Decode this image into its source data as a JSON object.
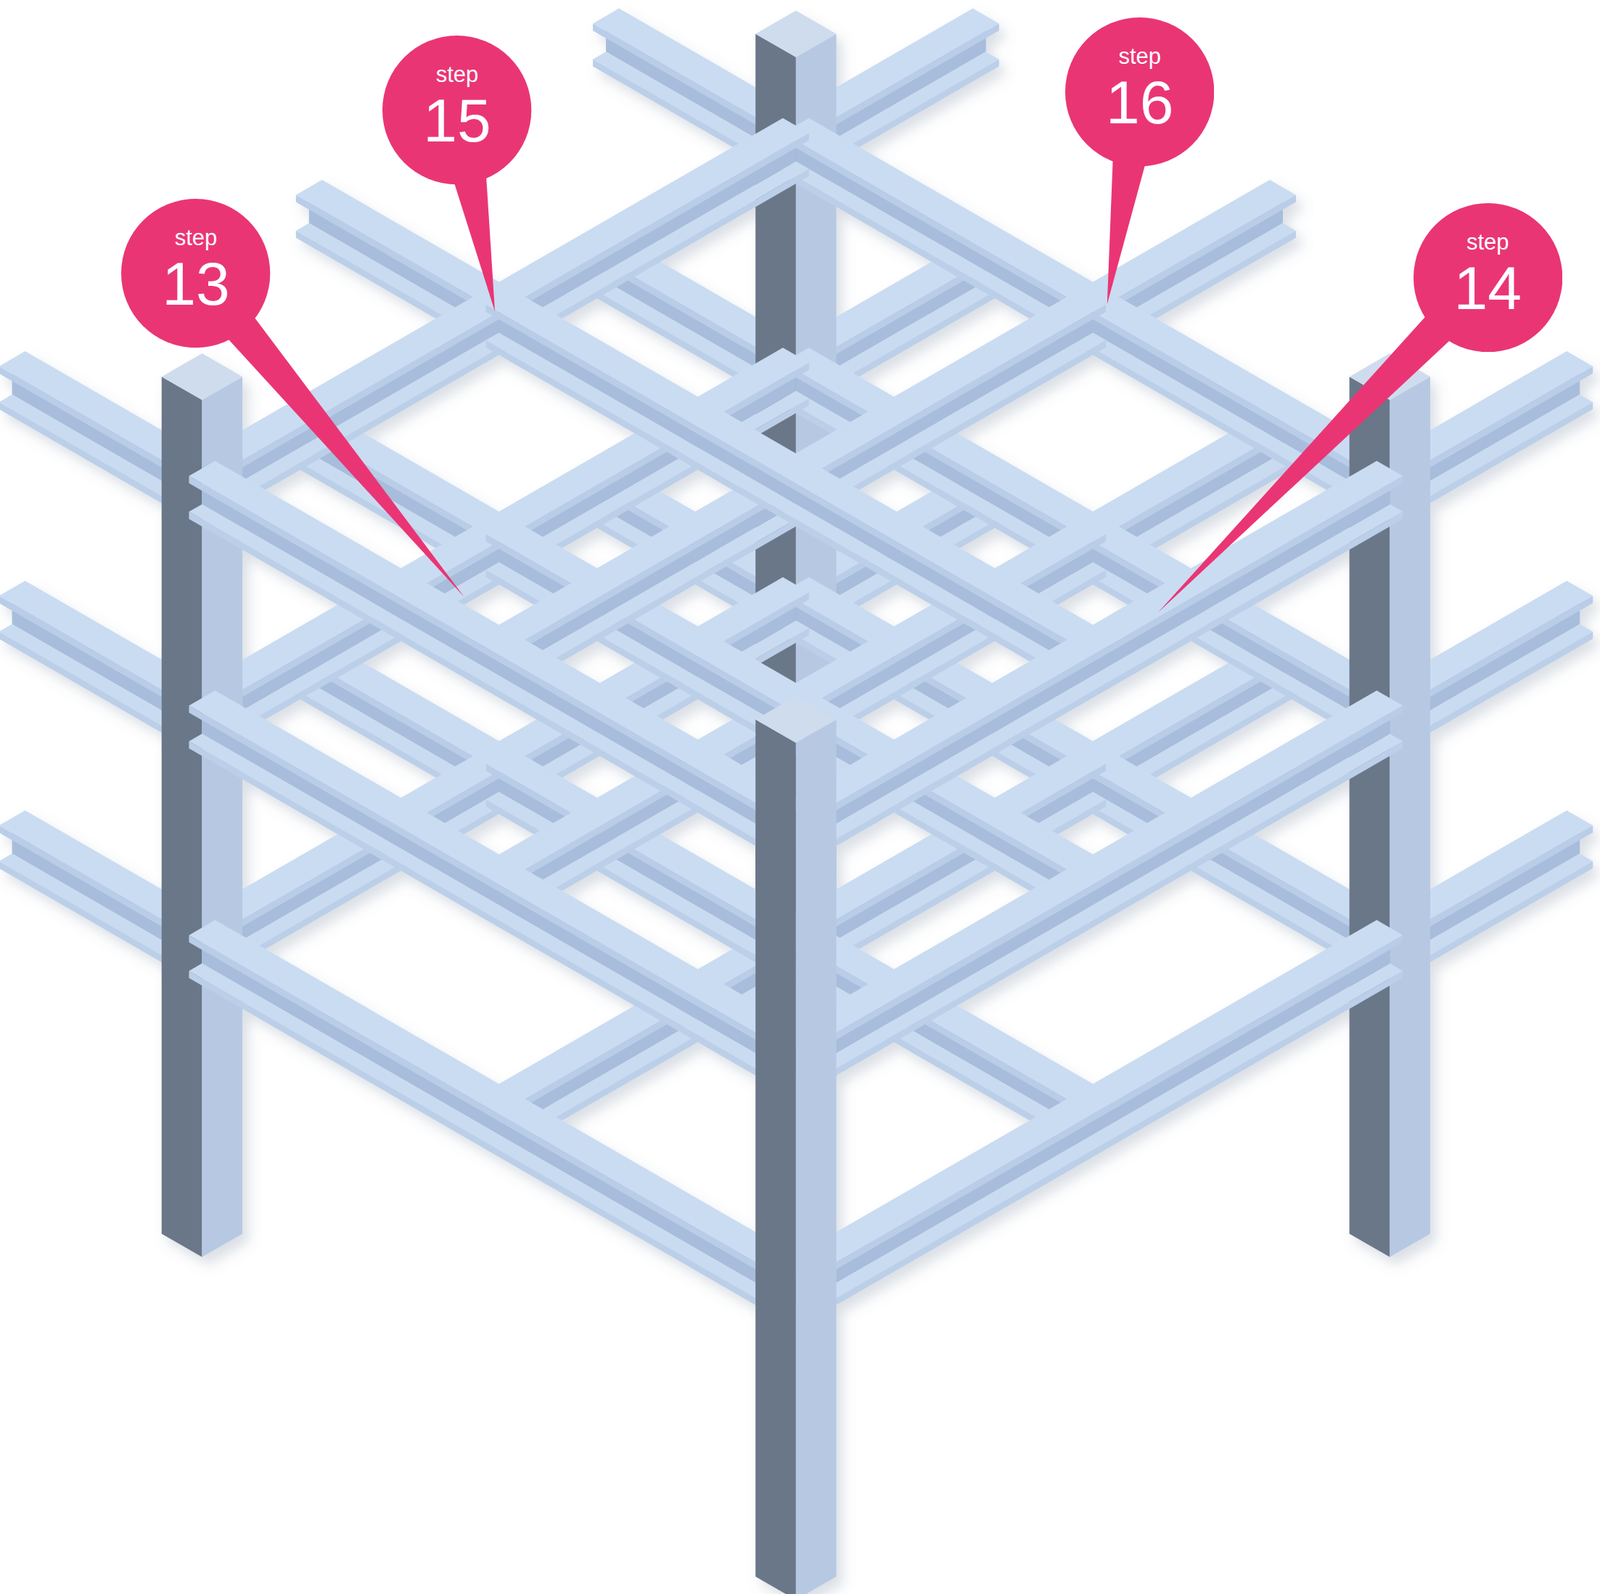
{
  "diagram": {
    "nodes": [
      {
        "text": [
          "step",
          "15"
        ]
      },
      {
        "text": [
          "step",
          "16"
        ]
      },
      {
        "text": [
          "step",
          "13"
        ]
      },
      {
        "text": [
          "step",
          "14"
        ]
      }
    ]
  }
}
